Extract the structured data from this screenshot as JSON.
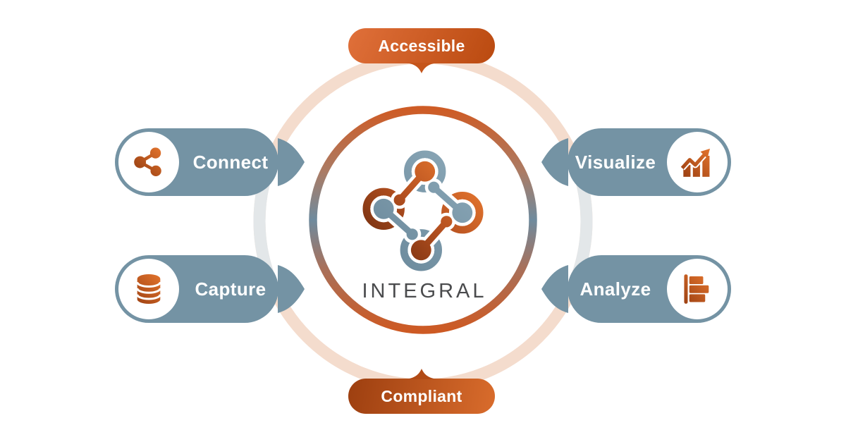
{
  "diagram": {
    "center": {
      "brand": "INTEGRAL"
    },
    "badges": {
      "top": {
        "label": "Accessible"
      },
      "bottom": {
        "label": "Compliant"
      }
    },
    "pills": {
      "left": [
        {
          "label": "Connect",
          "icon": "share-network-icon"
        },
        {
          "label": "Capture",
          "icon": "database-icon"
        }
      ],
      "right": [
        {
          "label": "Visualize",
          "icon": "chart-growth-icon"
        },
        {
          "label": "Analyze",
          "icon": "horizontal-bars-icon"
        }
      ]
    },
    "colors": {
      "orange_bright": "#e0702e",
      "orange_dark": "#9c4315",
      "slate_blue": "#7493a4",
      "ring_peach": "#f4dccd",
      "ring_gray": "#e3e7e9",
      "brand_text": "#4a4b4d"
    }
  }
}
